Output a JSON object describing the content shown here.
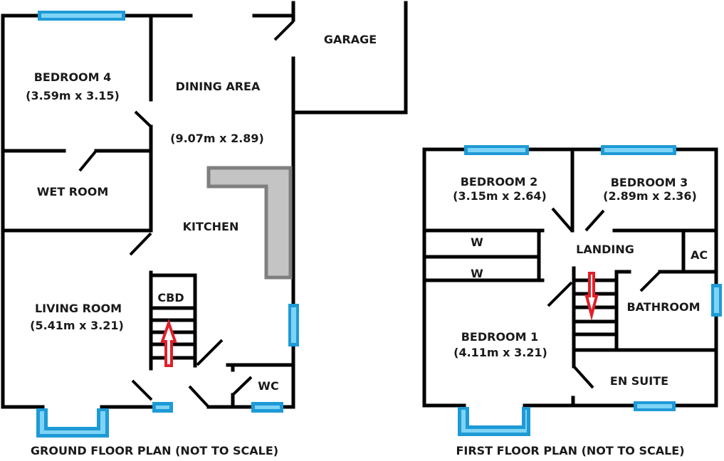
{
  "ground_floor": {
    "caption": "GROUND FLOOR PLAN (NOT TO SCALE)",
    "rooms": {
      "bedroom4": {
        "name": "BEDROOM 4",
        "size": "(3.59m x 3.15)"
      },
      "dining": {
        "name": "DINING AREA",
        "size": "(9.07m x 2.89)"
      },
      "garage": {
        "name": "GARAGE"
      },
      "wet_room": {
        "name": "WET ROOM"
      },
      "kitchen": {
        "name": "KITCHEN"
      },
      "living_room": {
        "name": "LIVING ROOM",
        "size": "(5.41m x 3.21)"
      },
      "cupboard": {
        "name": "CBD"
      },
      "wc": {
        "name": "WC"
      }
    },
    "stairs_direction": "up"
  },
  "first_floor": {
    "caption": "FIRST FLOOR PLAN (NOT TO SCALE)",
    "rooms": {
      "bedroom2": {
        "name": "BEDROOM 2",
        "size": "(3.15m x 2.64)"
      },
      "bedroom3": {
        "name": "BEDROOM 3",
        "size": "(2.89m x 2.36)"
      },
      "wardrobe1": {
        "name": "W"
      },
      "wardrobe2": {
        "name": "W"
      },
      "landing": {
        "name": "LANDING"
      },
      "airing_cupboard": {
        "name": "AC"
      },
      "bathroom": {
        "name": "BATHROOM"
      },
      "bedroom1": {
        "name": "BEDROOM 1",
        "size": "(4.11m x 3.21)"
      },
      "en_suite": {
        "name": "EN SUITE"
      }
    },
    "stairs_direction": "down"
  },
  "colors": {
    "wall": "#000000",
    "window_frame": "#1e9ad6",
    "window_glass": "#7fd3f5",
    "worktop": "#c4c4c4",
    "stair_arrow": "#e0202a"
  }
}
